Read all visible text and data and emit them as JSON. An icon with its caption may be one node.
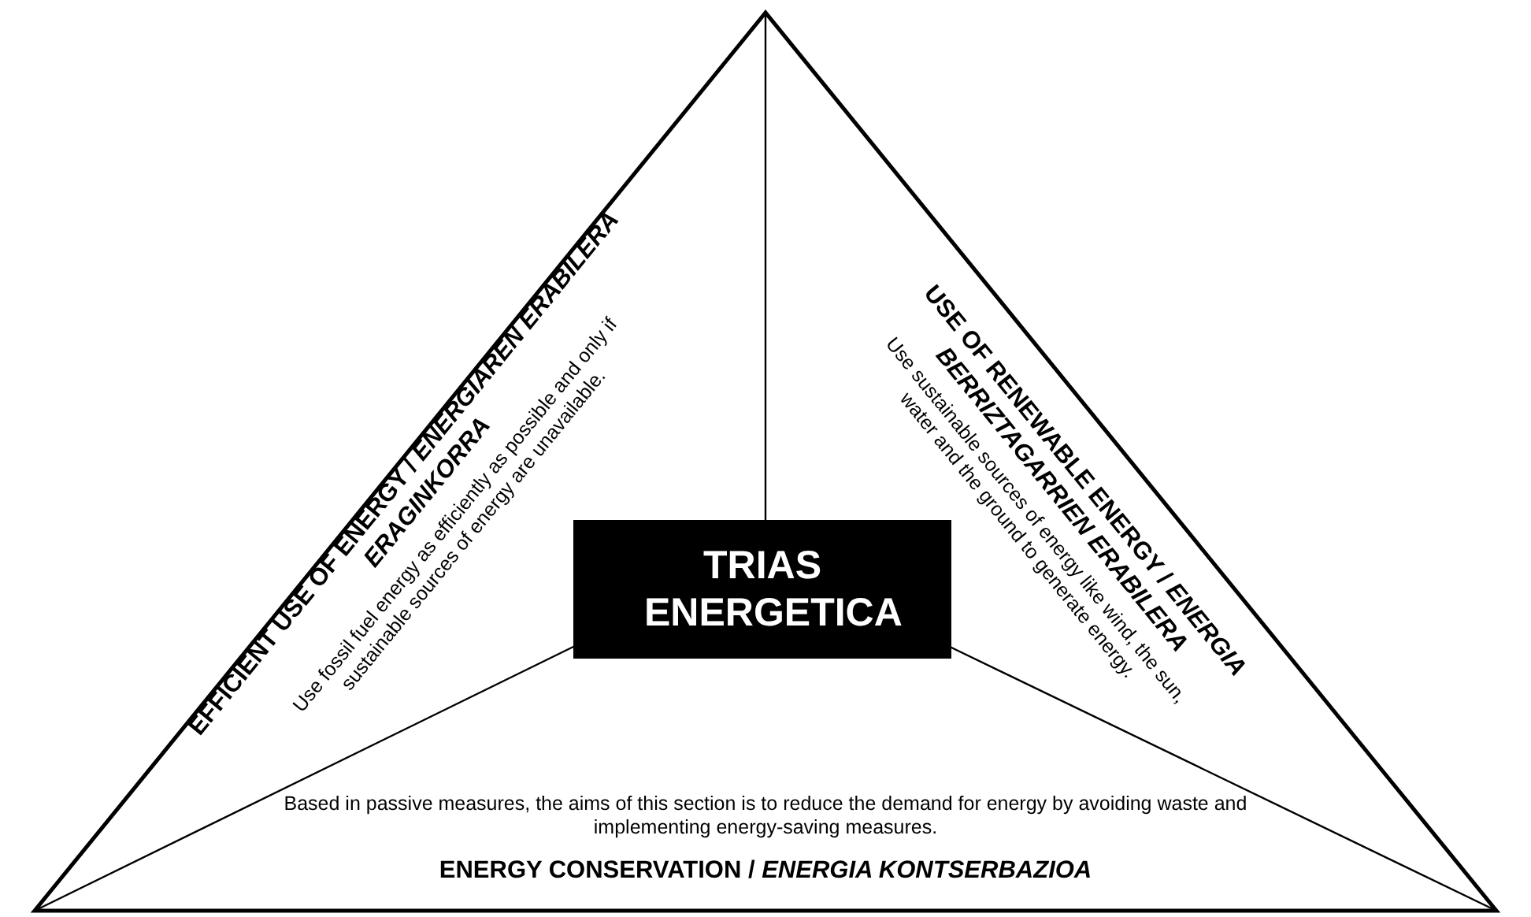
{
  "diagram": {
    "nodes": [
      {
        "text": [
          "EFFICIENT USE OF ENERGY / *ENERGIAREN ERABILERA ERAGINKORRA*",
          "Use fossil fuel energy as efficiently as possible and only if sustainable sources of energy are unavailable."
        ]
      },
      {
        "text": [
          "USE OF RENEWABLE ENERGY / *ENERGIA BERRIZTAGARRIEN ERABILERA*",
          "Use sustainable sources of energy like wind, the sun, water and the ground to generate energy."
        ]
      },
      {
        "text": [
          "Based in passive measures, the aims of this section is to reduce the demand for energy by avoiding waste and implementing energy-saving measures.",
          "ENERGY CONSERVATION / *ENERGIA KONTSERBAZIOA*"
        ]
      },
      {
        "text": [
          "TRIAS ENERGETICA"
        ]
      }
    ],
    "edges": []
  }
}
